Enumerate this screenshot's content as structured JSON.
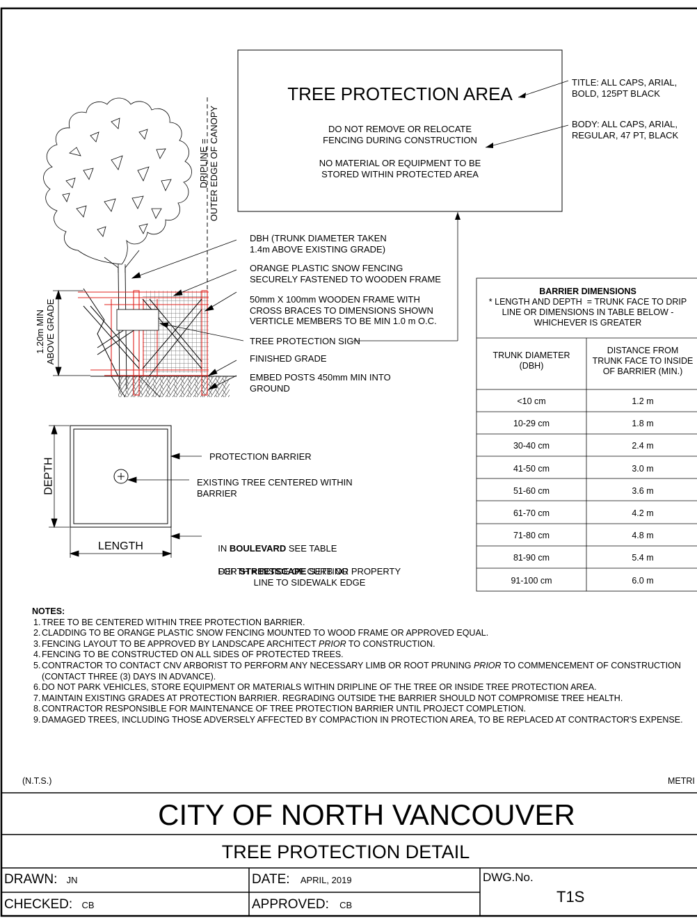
{
  "sign": {
    "title": "TREE PROTECTION AREA",
    "body1": "DO NOT REMOVE OR RELOCATE\nFENCING DURING CONSTRUCTION",
    "body2": "NO MATERIAL OR EQUIPMENT TO BE\nSTORED WITHIN PROTECTED AREA"
  },
  "sign_notes": {
    "title_note": "TITLE: ALL CAPS, ARIAL,\nBOLD, 125PT BLACK",
    "body_note": "BODY: ALL CAPS, ARIAL,\nREGULAR, 47 PT, BLACK"
  },
  "elevation": {
    "dripline": "DRIPLINE =\nOUTER EDGE OF CANOPY",
    "height": "1.20m MIN\nABOVE GRADE",
    "callouts": [
      "DBH (TRUNK DIAMETER TAKEN\n1.4m ABOVE EXISTING GRADE)",
      "ORANGE PLASTIC SNOW FENCING\nSECURELY FASTENED TO WOODEN FRAME",
      "50mm X 100mm WOODEN FRAME WITH\nCROSS BRACES TO DIMENSIONS SHOWN\nVERTICLE MEMBERS TO BE MIN 1.0 m O.C.",
      "TREE PROTECTION SIGN",
      "FINISHED GRADE",
      "EMBED POSTS 450mm MIN INTO\nGROUND"
    ]
  },
  "plan": {
    "depth": "DEPTH",
    "length": "LENGTH",
    "barrier": "PROTECTION BARRIER",
    "tree": "EXISTING TREE CENTERED WITHIN\nBARRIER",
    "boulevard_pre": "IN ",
    "boulevard_bold": "BOULEVARD",
    "boulevard_post": " SEE TABLE",
    "street_pre": "FOR ",
    "street_bold": "STREETSCAPE",
    "street_post": " SETTING",
    "street_rest": "DEPTH = INSIDE OF CURB OR PROPERTY\nLINE TO SIDEWALK EDGE"
  },
  "table": {
    "title": "BARRIER DIMENSIONS",
    "subtitle": "* LENGTH AND DEPTH  = TRUNK FACE TO DRIP\nLINE OR DIMENSIONS IN TABLE BELOW -\nWHICHEVER IS GREATER",
    "col1": "TRUNK DIAMETER\n(DBH)",
    "col2": "DISTANCE FROM\nTRUNK FACE TO INSIDE\nOF BARRIER (MIN.)",
    "rows": [
      [
        "<10 cm",
        "1.2 m"
      ],
      [
        "10-29 cm",
        "1.8 m"
      ],
      [
        "30-40 cm",
        "2.4 m"
      ],
      [
        "41-50 cm",
        "3.0 m"
      ],
      [
        "51-60 cm",
        "3.6 m"
      ],
      [
        "61-70 cm",
        "4.2 m"
      ],
      [
        "71-80 cm",
        "4.8 m"
      ],
      [
        "81-90 cm",
        "5.4 m"
      ],
      [
        "91-100 cm",
        "6.0 m"
      ]
    ]
  },
  "notes": {
    "heading": "NOTES:",
    "items": [
      {
        "num": "1.",
        "parts": [
          "TREE TO BE CENTERED WITHIN TREE PROTECTION BARRIER."
        ]
      },
      {
        "num": "2.",
        "parts": [
          "CLADDING TO BE ORANGE PLASTIC SNOW FENCING MOUNTED TO WOOD FRAME OR APPROVED EQUAL."
        ]
      },
      {
        "num": "3.",
        "parts": [
          "FENCING LAYOUT TO BE APPROVED BY LANDSCAPE ARCHITECT ",
          "PRIOR",
          " TO CONSTRUCTION."
        ]
      },
      {
        "num": "4.",
        "parts": [
          "FENCING TO BE CONSTRUCTED ON ALL SIDES OF PROTECTED TREES."
        ]
      },
      {
        "num": "5.",
        "parts": [
          "CONTRACTOR TO CONTACT CNV ARBORIST TO PERFORM ANY NECESSARY LIMB OR ROOT PRUNING ",
          "PRIOR",
          " TO COMMENCEMENT OF CONSTRUCTION (CONTACT THREE (3) DAYS IN ADVANCE)."
        ]
      },
      {
        "num": "6.",
        "parts": [
          "DO NOT PARK VEHICLES, STORE EQUIPMENT OR MATERIALS WITHIN DRIPLINE OF THE TREE OR INSIDE TREE PROTECTION AREA."
        ]
      },
      {
        "num": "7.",
        "parts": [
          "MAINTAIN EXISTING GRADES AT PROTECTION BARRIER. REGRADING OUTSIDE THE BARRIER SHOULD NOT COMPROMISE TREE HEALTH."
        ]
      },
      {
        "num": "8.",
        "parts": [
          "CONTRACTOR RESPONSIBLE FOR MAINTENANCE OF TREE PROTECTION BARRIER UNTIL PROJECT COMPLETION."
        ]
      },
      {
        "num": "9.",
        "parts": [
          "DAMAGED TREES, INCLUDING THOSE ADVERSELY AFFECTED BY COMPACTION IN PROTECTION AREA, TO BE REPLACED AT CONTRACTOR'S EXPENSE."
        ]
      }
    ],
    "scale": "(N.T.S.)",
    "units": "METRI"
  },
  "title_block": {
    "city": "CITY OF NORTH VANCOUVER",
    "detail": "TREE PROTECTION DETAIL",
    "drawn_label": "DRAWN:",
    "drawn": "JN",
    "checked_label": "CHECKED:",
    "checked": "CB",
    "date_label": "DATE:",
    "date": "APRIL, 2019",
    "approved_label": "APPROVED:",
    "approved": "CB",
    "dwg_label": "DWG.No.",
    "dwg": "T1S"
  },
  "colors": {
    "line": "#000000",
    "fence": "#e0201b",
    "mesh": "#555555"
  }
}
